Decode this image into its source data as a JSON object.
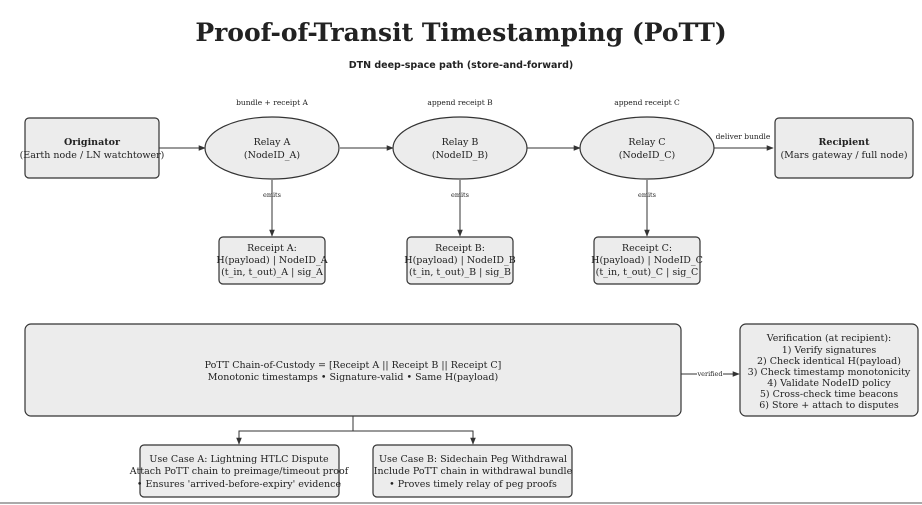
{
  "title": "Proof-of-Transit Timestamping (PoTT)",
  "subtitle": "DTN deep-space path (store-and-forward)",
  "nodes": {
    "originator": {
      "title": "Originator",
      "sub": "(Earth node / LN watchtower)"
    },
    "relay_a": {
      "line1": "Relay A",
      "line2": "(NodeID_A)"
    },
    "relay_b": {
      "line1": "Relay B",
      "line2": "(NodeID_B)"
    },
    "relay_c": {
      "line1": "Relay C",
      "line2": "(NodeID_C)"
    },
    "recipient": {
      "title": "Recipient",
      "sub": "(Mars gateway / full node)"
    },
    "receipt_a": {
      "line1": "Receipt A:",
      "line2": "H(payload) | NodeID_A",
      "line3": "(t_in, t_out)_A | sig_A"
    },
    "receipt_b": {
      "line1": "Receipt B:",
      "line2": "H(payload) | NodeID_B",
      "line3": "(t_in, t_out)_B | sig_B"
    },
    "receipt_c": {
      "line1": "Receipt C:",
      "line2": "H(payload) | NodeID_C",
      "line3": "(t_in, t_out)_C | sig_C"
    },
    "chain": {
      "line1": "PoTT Chain-of-Custody = [Receipt A || Receipt B || Receipt C]",
      "line2": "Monotonic timestamps • Signature-valid • Same H(payload)"
    },
    "verification": {
      "lines": [
        "Verification (at recipient):",
        "1) Verify signatures",
        "2) Check identical H(payload)",
        "3) Check timestamp monotonicity",
        "4) Validate NodeID policy",
        "5) Cross-check time beacons",
        "6) Store + attach to disputes"
      ]
    },
    "use_case_a": {
      "line1": "Use Case A: Lightning HTLC Dispute",
      "line2": "Attach PoTT chain to preimage/timeout proof",
      "line3": "• Ensures 'arrived-before-expiry' evidence"
    },
    "use_case_b": {
      "line1": "Use Case B: Sidechain Peg Withdrawal",
      "line2": "Include PoTT chain in withdrawal bundle",
      "line3": "• Proves timely relay of peg proofs"
    }
  },
  "edge_labels": {
    "to_relay_a": "bundle + receipt A",
    "a_to_b": "append receipt B",
    "b_to_c": "append receipt C",
    "c_to_recipient": "deliver bundle",
    "emits": "emits",
    "verified": "verified"
  }
}
